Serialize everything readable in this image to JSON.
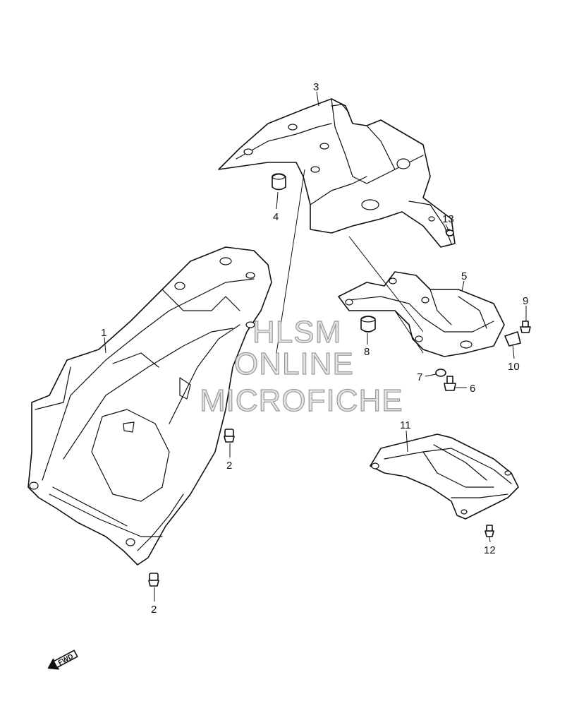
{
  "callouts": [
    {
      "id": "c1",
      "label": "1"
    },
    {
      "id": "c2a",
      "label": "2"
    },
    {
      "id": "c2b",
      "label": "2"
    },
    {
      "id": "c3",
      "label": "3"
    },
    {
      "id": "c4",
      "label": "4"
    },
    {
      "id": "c5",
      "label": "5"
    },
    {
      "id": "c6",
      "label": "6"
    },
    {
      "id": "c7",
      "label": "7"
    },
    {
      "id": "c8",
      "label": "8"
    },
    {
      "id": "c9",
      "label": "9"
    },
    {
      "id": "c10",
      "label": "10"
    },
    {
      "id": "c11",
      "label": "11"
    },
    {
      "id": "c12",
      "label": "12"
    },
    {
      "id": "c13",
      "label": "13"
    }
  ],
  "watermark": {
    "line1": "HLSM",
    "line2": "ONLINE",
    "line3": "MICROFICHE"
  },
  "fwd_arrow": {
    "label": "FWD"
  },
  "colors": {
    "line": "#111111",
    "watermark_fill": "#e4e4e4",
    "watermark_stroke": "#9a9a9a"
  }
}
